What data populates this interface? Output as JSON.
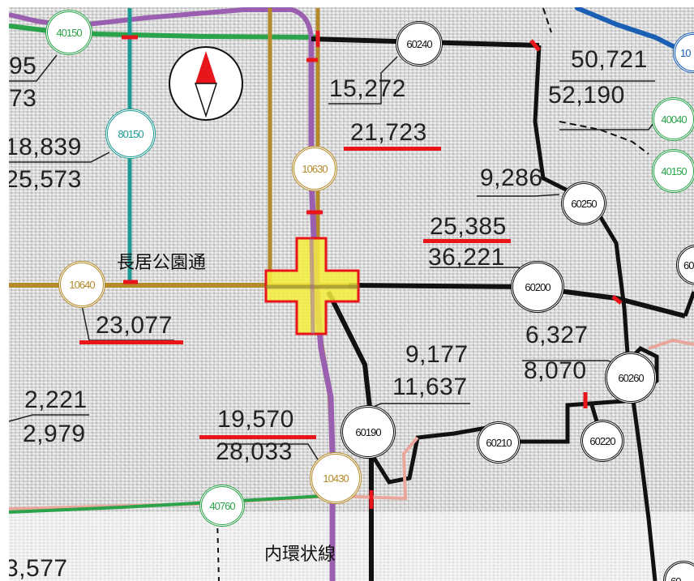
{
  "map": {
    "compass_icon": "north-arrow-compass-icon",
    "colors": {
      "black_route": "#111111",
      "green_route": "#2aa34a",
      "teal_route": "#1e9a95",
      "gold_route": "#b48a2a",
      "purple_route": "#9b5fb0",
      "blue_route": "#1a5fb4",
      "highlight_marker": "#f5ef3c",
      "emphasis_red": "#e8151b"
    },
    "road_names": {
      "nagai_park_street": "長居公園通",
      "inner_loop_line": "内環状線"
    },
    "nodes": {
      "n40150_top": "40150",
      "n60240": "60240",
      "n10": "10",
      "n80150": "80150",
      "n40040": "40040",
      "n40150_right": "40150",
      "n10630": "10630",
      "n60250": "60250",
      "n60": "60",
      "n10640": "10640",
      "n60200": "60200",
      "n60260": "60260",
      "n60190": "60190",
      "n60210": "60210",
      "n60220": "60220",
      "n10430": "10430",
      "n40760": "40760",
      "n60_bottom": "60"
    },
    "traffic_counts": {
      "c95": "95",
      "c73": "73",
      "c18839": "18,839",
      "c25573": "25,573",
      "c15272": "15,272",
      "c21723": "21,723",
      "c50721": "50,721",
      "c52190": "52,190",
      "c9286": "9,286",
      "c25385": "25,385",
      "c36221": "36,221",
      "c23077": "23,077",
      "c9177": "9,177",
      "c11637": "11,637",
      "c6327": "6,327",
      "c8070": "8,070",
      "c2221": "2,221",
      "c2979": "2,979",
      "c19570": "19,570",
      "c28033": "28,033",
      "c3577": "3,577"
    }
  }
}
